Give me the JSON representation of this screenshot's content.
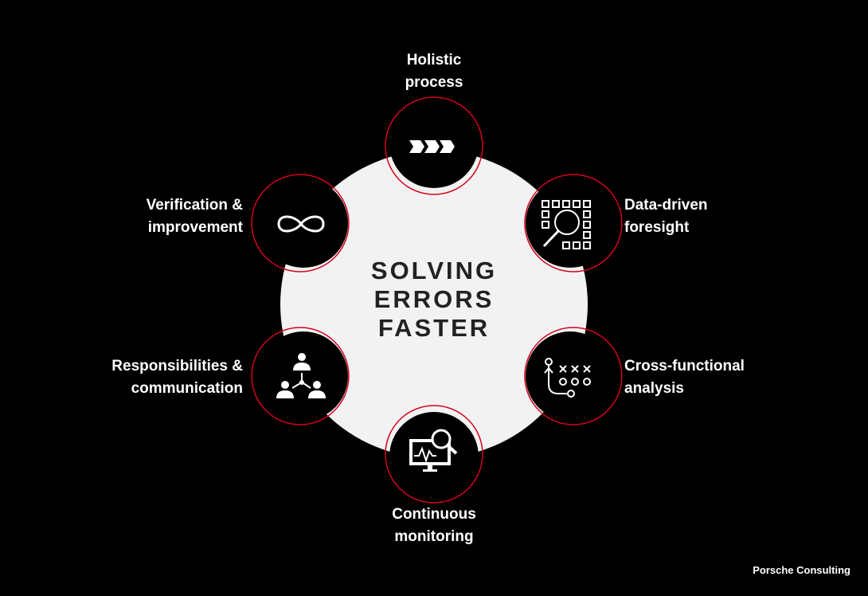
{
  "diagram": {
    "center": {
      "line1": "SOLVING",
      "line2": "ERRORS",
      "line3": "FASTER"
    },
    "nodes": [
      {
        "key": "holistic",
        "label_line1": "Holistic",
        "label_line2": "process",
        "icon": "chevrons-icon"
      },
      {
        "key": "data",
        "label_line1": "Data-driven",
        "label_line2": "foresight",
        "icon": "data-grid-search-icon"
      },
      {
        "key": "cross",
        "label_line1": "Cross-functional",
        "label_line2": "analysis",
        "icon": "play-diagram-icon"
      },
      {
        "key": "monitoring",
        "label_line1": "Continuous",
        "label_line2": "monitoring",
        "icon": "monitor-search-icon"
      },
      {
        "key": "responsibilities",
        "label_line1": "Responsibilities &",
        "label_line2": "communication",
        "icon": "people-network-icon"
      },
      {
        "key": "verification",
        "label_line1": "Verification &",
        "label_line2": "improvement",
        "icon": "infinity-icon"
      }
    ],
    "colors": {
      "background": "#000000",
      "center_fill": "#f2f2f2",
      "ring": "#d5001c",
      "node_fill": "#000000",
      "text": "#ffffff",
      "center_text": "#222222"
    }
  },
  "brand": "Porsche Consulting"
}
